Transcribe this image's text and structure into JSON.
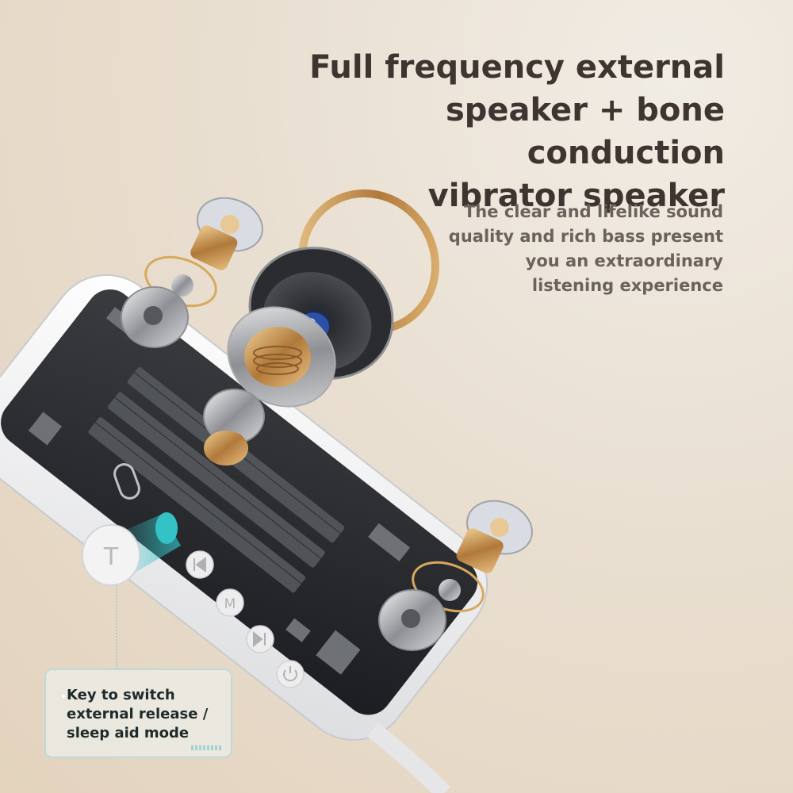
{
  "headline": {
    "lines": [
      "Full frequency external",
      "speaker + bone conduction",
      "vibrator speaker"
    ]
  },
  "subheadline": {
    "lines": [
      "The clear and lifelike sound",
      "quality and rich bass present",
      "you an extraordinary",
      "listening experience"
    ]
  },
  "callout": {
    "lines": [
      "Key to switch",
      "external release /",
      "sleep aid mode"
    ]
  },
  "device": {
    "button_letter": "T",
    "media_buttons": [
      "previous-icon",
      "M",
      "play-pause-icon",
      "power-icon"
    ]
  },
  "colors": {
    "headline": "#3e3430",
    "subheadline": "#6c625c",
    "accent_teal": "#33c3c6",
    "gold": "#c79a5a"
  }
}
